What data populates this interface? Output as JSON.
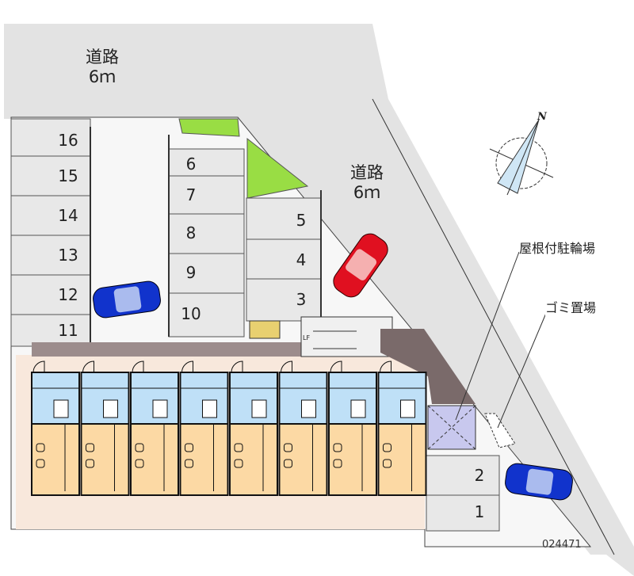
{
  "roads": [
    {
      "name": "道路",
      "width": "6ｍ"
    },
    {
      "name": "道路",
      "width": "6ｍ"
    }
  ],
  "parking_spaces": [
    "1",
    "2",
    "3",
    "4",
    "5",
    "6",
    "7",
    "8",
    "9",
    "10",
    "11",
    "12",
    "13",
    "14",
    "15",
    "16"
  ],
  "facilities": {
    "bicycle_parking": "屋根付駐輪場",
    "garbage": "ゴミ置場"
  },
  "compass": {
    "north": "N"
  },
  "stairs_label": "LF",
  "property_code": "024471",
  "colors": {
    "road": "#e3e3e3",
    "unit_blue": "#bfe0f7",
    "unit_orange": "#fcd9a4",
    "grass": "#99dd44",
    "car_blue": "#1133cc",
    "car_red": "#e01020",
    "brick": "#7a6a6a"
  }
}
